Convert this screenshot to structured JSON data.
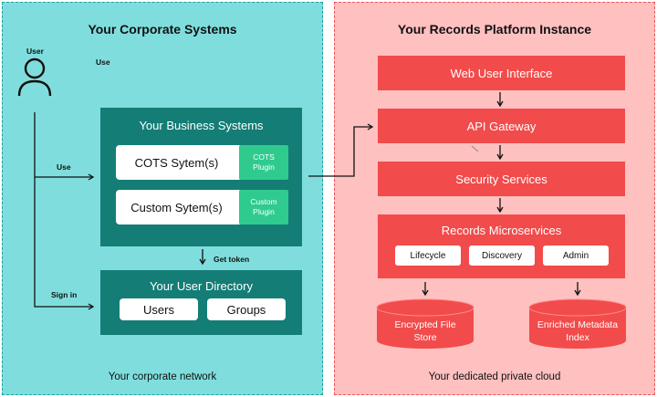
{
  "left_panel": {
    "title": "Your Corporate Systems",
    "footer": "Your corporate network",
    "user_label": "User",
    "use_label_top": "Use",
    "use_label_mid": "Use",
    "signin_label": "Sign in",
    "get_token_label": "Get token",
    "business_systems": {
      "title": "Your Business Systems",
      "cots": "COTS Sytem(s)",
      "cots_plugin": "COTS Plugin",
      "custom": "Custom Sytem(s)",
      "custom_plugin": "Custom Plugin"
    },
    "user_directory": {
      "title": "Your User Directory",
      "users": "Users",
      "groups": "Groups"
    }
  },
  "right_panel": {
    "title": "Your Records Platform Instance",
    "footer": "Your dedicated private cloud",
    "web_ui": "Web User Interface",
    "api_gateway": "API Gateway",
    "security": "Security Services",
    "microservices": {
      "title": "Records Microservices",
      "items": [
        "Lifecycle",
        "Discovery",
        "Admin"
      ]
    },
    "stores": [
      {
        "label": "Encrypted File Store"
      },
      {
        "label": "Enriched Metadata Index"
      }
    ]
  },
  "colors": {
    "left_bg": "#7fdedd",
    "right_bg": "#ffc0c0",
    "teal": "#147d76",
    "plugin_green": "#2fcb8e",
    "red": "#f24b4b"
  },
  "icons": [
    "user-icon",
    "arrow-icon"
  ]
}
